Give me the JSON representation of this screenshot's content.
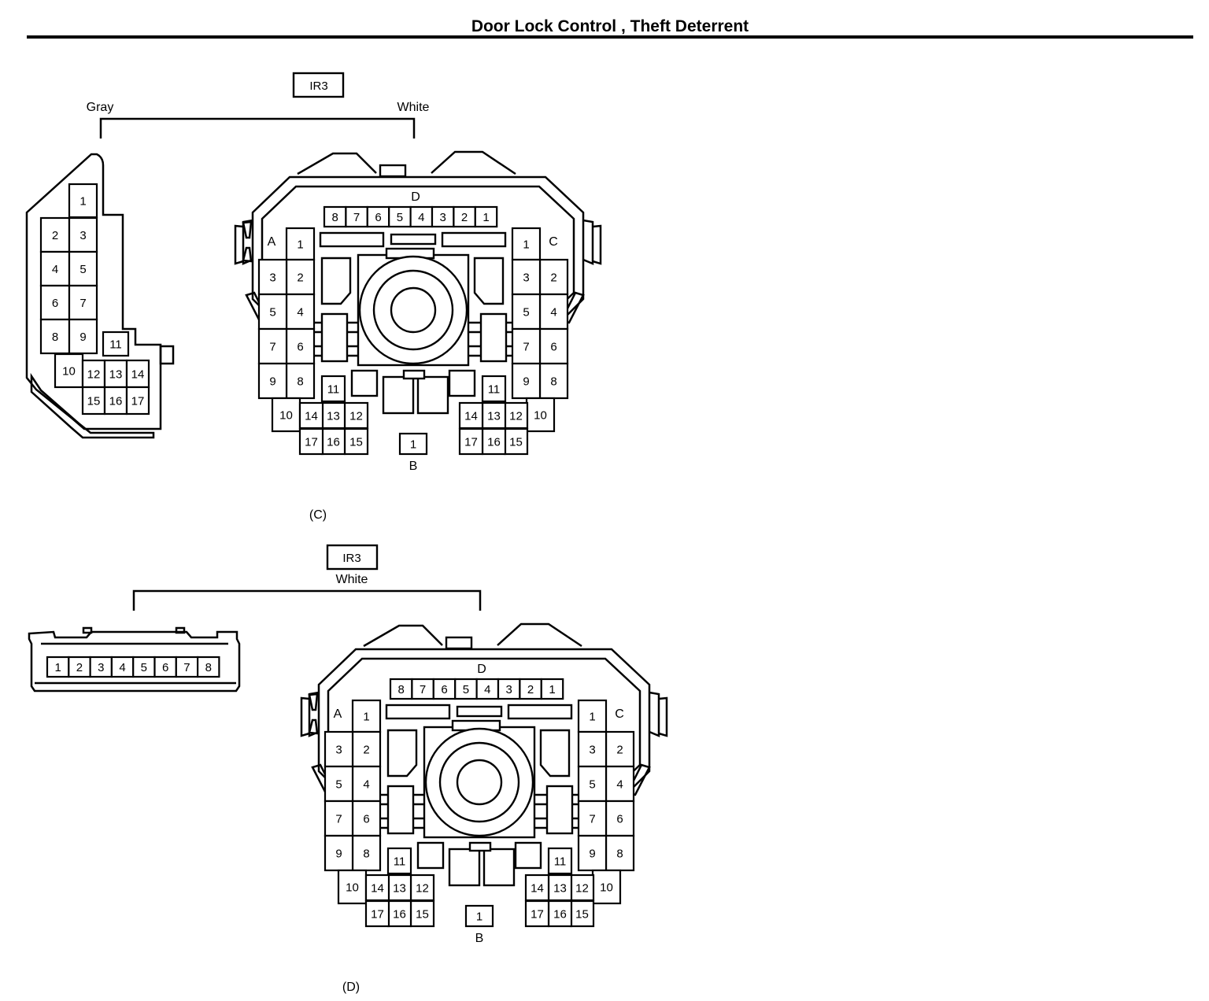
{
  "title": "Door Lock Control , Theft Deterrent",
  "figures": [
    {
      "id": "C",
      "caption": "(C)",
      "connector_code": "IR3",
      "left_label": "Gray",
      "right_label": "White",
      "side_connector": {
        "type": "17-pin",
        "pins": [
          "1",
          "2",
          "3",
          "4",
          "5",
          "6",
          "7",
          "8",
          "9",
          "10",
          "11",
          "12",
          "13",
          "14",
          "15",
          "16",
          "17"
        ]
      },
      "round_connector": {
        "section_labels": {
          "A": "A",
          "B": "B",
          "C": "C",
          "D": "D"
        },
        "d_pins": [
          "8",
          "7",
          "6",
          "5",
          "4",
          "3",
          "2",
          "1"
        ],
        "a_pins": [
          "1",
          "2",
          "3",
          "4",
          "5",
          "6",
          "7",
          "8",
          "9",
          "10",
          "11",
          "12",
          "13",
          "14",
          "15",
          "16",
          "17"
        ],
        "c_pins": [
          "1",
          "2",
          "3",
          "4",
          "5",
          "6",
          "7",
          "8",
          "9",
          "10",
          "11",
          "12",
          "13",
          "14",
          "15",
          "16",
          "17"
        ],
        "b_pins": [
          "1"
        ]
      }
    },
    {
      "id": "D",
      "caption": "(D)",
      "connector_code": "IR3",
      "right_label": "White",
      "side_connector": {
        "type": "8-pin",
        "pins": [
          "1",
          "2",
          "3",
          "4",
          "5",
          "6",
          "7",
          "8"
        ]
      },
      "round_connector": {
        "section_labels": {
          "A": "A",
          "B": "B",
          "C": "C",
          "D": "D"
        },
        "d_pins": [
          "8",
          "7",
          "6",
          "5",
          "4",
          "3",
          "2",
          "1"
        ],
        "a_pins": [
          "1",
          "2",
          "3",
          "4",
          "5",
          "6",
          "7",
          "8",
          "9",
          "10",
          "11",
          "12",
          "13",
          "14",
          "15",
          "16",
          "17"
        ],
        "c_pins": [
          "1",
          "2",
          "3",
          "4",
          "5",
          "6",
          "7",
          "8",
          "9",
          "10",
          "11",
          "12",
          "13",
          "14",
          "15",
          "16",
          "17"
        ],
        "b_pins": [
          "1"
        ]
      }
    }
  ]
}
